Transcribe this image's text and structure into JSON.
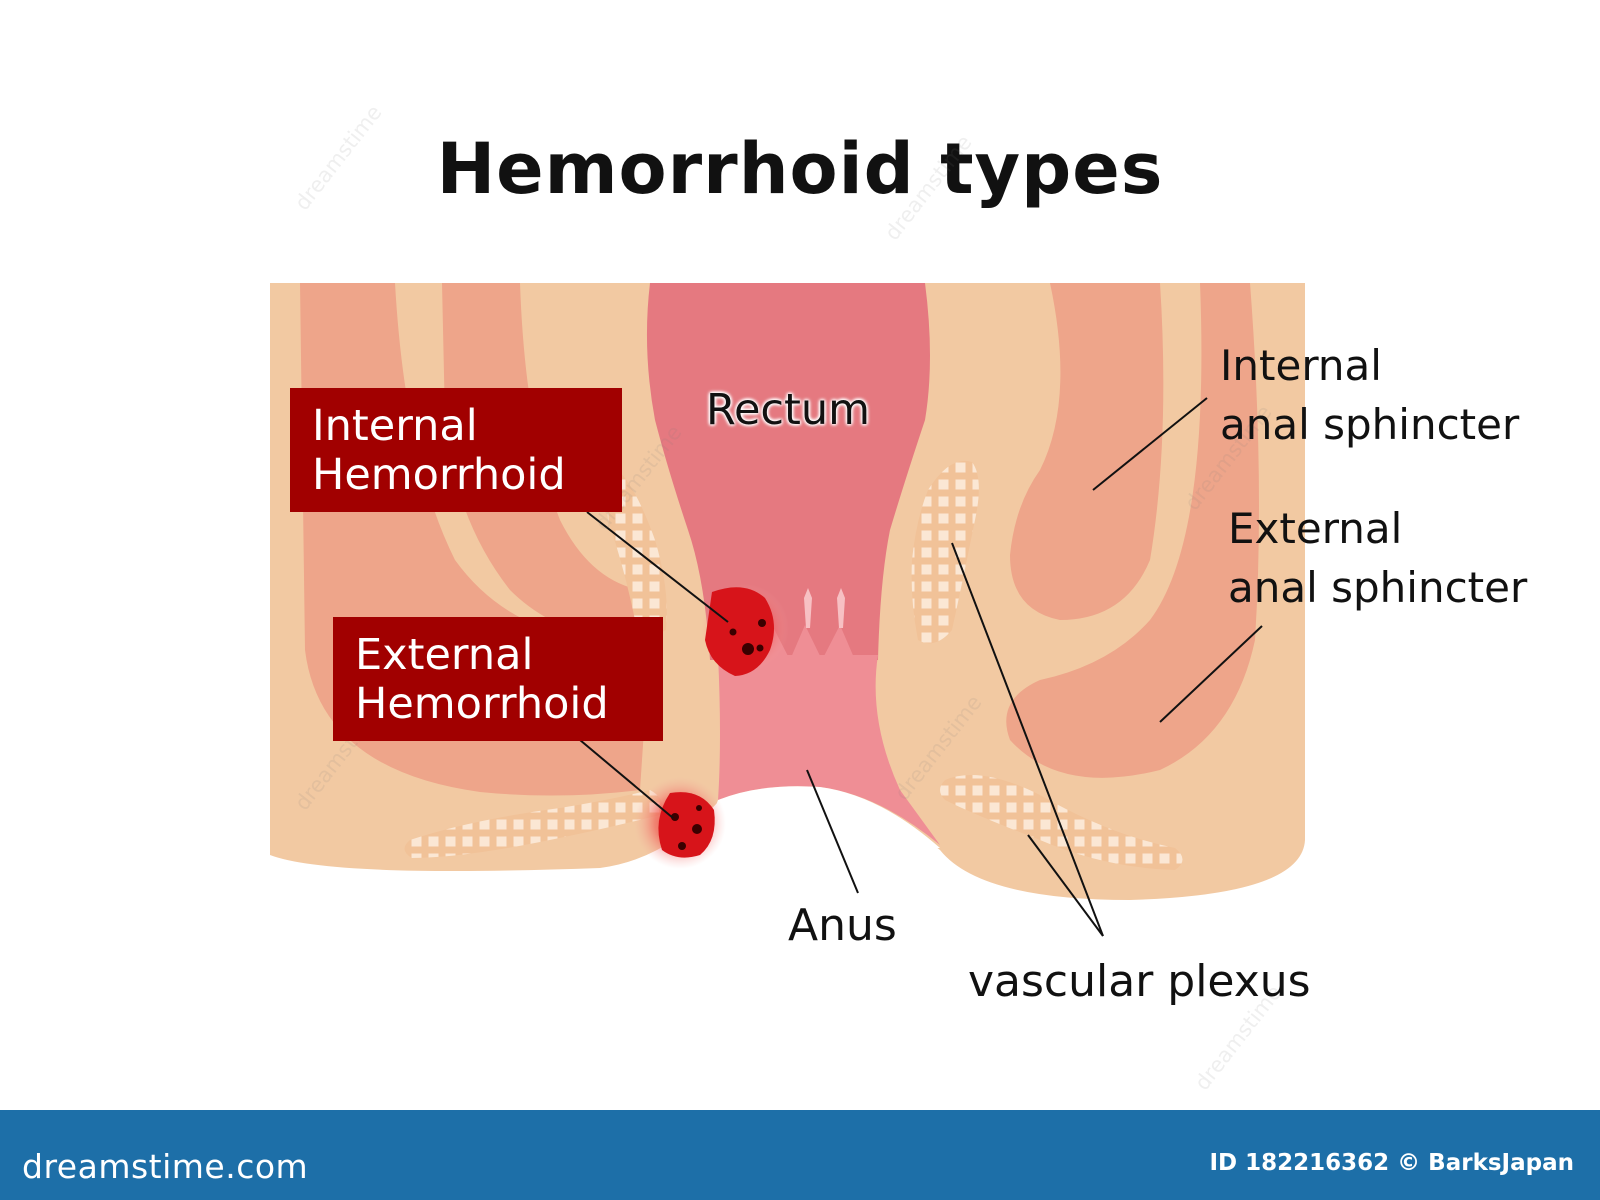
{
  "title": "Hemorrhoid types",
  "labels": {
    "rectum": "Rectum",
    "internal_anal_sphincter": "Internal\nanal sphincter",
    "external_anal_sphincter": "External\nanal sphincter",
    "anus": "Anus",
    "vascular_plexus": "vascular plexus"
  },
  "tags": {
    "internal_hemorrhoid": "Internal\nHemorrhoid",
    "external_hemorrhoid": "External\nHemorrhoid"
  },
  "colors": {
    "skin": "#f2c9a2",
    "muscle": "#eea58a",
    "rectum": "#e57980",
    "anal_canal": "#ef8e95",
    "tag_background": "#a10000",
    "footer": "#1d6fa8"
  },
  "footer": {
    "logo": "dreamstime.com",
    "credit": "ID 182216362 © BarksJapan"
  },
  "watermark": "dreamstime"
}
